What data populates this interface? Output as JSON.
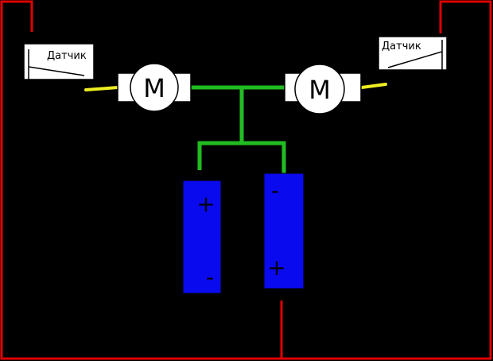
{
  "colors": {
    "background": "#000000",
    "red_wire": "#e00000",
    "green_wire": "#22bb22",
    "yellow_lead": "#eeee22",
    "battery": "#0a0aee",
    "component_fill": "#ffffff",
    "outline": "#000000"
  },
  "sensors": [
    {
      "label": "Датчик"
    },
    {
      "label": "Датчик"
    }
  ],
  "motors": [
    {
      "label": "M"
    },
    {
      "label": "M"
    }
  ],
  "batteries": [
    {
      "top_pole": "+",
      "bottom_pole": "-"
    },
    {
      "top_pole": "-",
      "bottom_pole": "+"
    }
  ]
}
